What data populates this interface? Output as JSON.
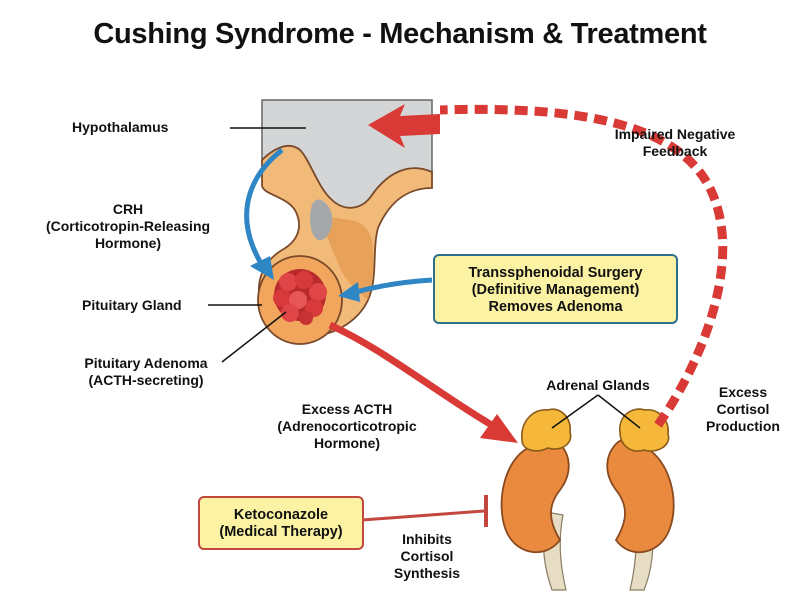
{
  "title": "Cushing Syndrome - Mechanism & Treatment",
  "labels": {
    "hypothalamus": "Hypothalamus",
    "crh": [
      "CRH",
      "(Corticotropin-Releasing",
      "Hormone)"
    ],
    "pituitary_gland": "Pituitary Gland",
    "pituitary_adenoma": [
      "Pituitary Adenoma",
      "(ACTH-secreting)"
    ],
    "excess_acth": [
      "Excess ACTH",
      "(Adrenocorticotropic",
      "Hormone)"
    ],
    "impaired_feedback": [
      "Impaired Negative",
      "Feedback"
    ],
    "adrenal_glands": "Adrenal Glands",
    "excess_cortisol": [
      "Excess",
      "Cortisol",
      "Production"
    ],
    "inhibits": [
      "Inhibits",
      "Cortisol",
      "Synthesis"
    ]
  },
  "surgery_box": {
    "lines": [
      "Transsphenoidal Surgery",
      "(Definitive Management)",
      "Removes Adenoma"
    ]
  },
  "therapy_box": {
    "lines": [
      "Ketoconazole",
      "(Medical Therapy)"
    ]
  },
  "colors": {
    "red_arrow": "#d93a36",
    "blue_arrow": "#2f86c4",
    "gland_orange": "#f2a55d",
    "adenoma_red": "#d8393a",
    "brain_gray": "#d3d5d7",
    "adrenal_yellow": "#f5b83a",
    "kidney_orange": "#e98a3f",
    "box_fill": "#fbf3a3"
  }
}
